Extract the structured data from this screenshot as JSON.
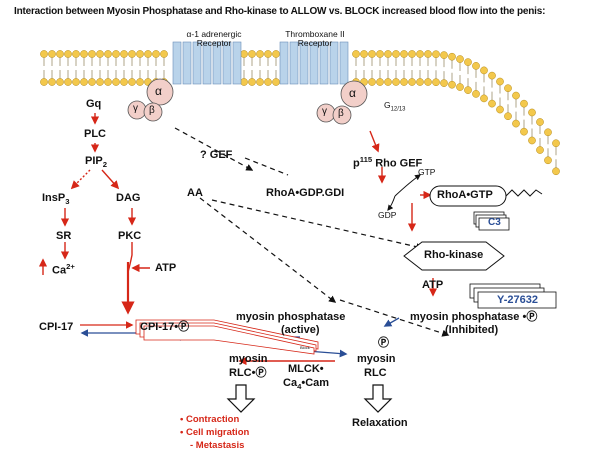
{
  "title": "Interaction between Myosin Phosphatase and Rho-kinase to ALLOW vs. BLOCK increased blood flow into the penis:",
  "receptors": {
    "alpha1": "α-1 adrenergic Receptor",
    "thromboxane": "Thromboxane II Receptor"
  },
  "gprotein": {
    "alpha": "α",
    "beta": "β",
    "gamma": "γ"
  },
  "nodes": {
    "gq": "Gq",
    "g1213": "G12/13",
    "plc": "PLC",
    "pip2": "PIP2",
    "insp3": "InsP3",
    "dag": "DAG",
    "sr": "SR",
    "pkc": "PKC",
    "ca2": "Ca2+",
    "atp1": "ATP",
    "gef_q": "? GEF",
    "p115": "p115 Rho GEF",
    "aa": "AA",
    "rhoa_gdp": "RhoA•GDP.GDI",
    "gtp": "GTP",
    "gdp": "GDP",
    "rhoa_gtp": "RhoA•GTP",
    "c3": "C3",
    "rho_kinase": "Rho-kinase",
    "atp2": "ATP",
    "y27632": "Y-27632",
    "cpi17": "CPI-17",
    "cpi17p": "CPI-17•Ⓟ",
    "mp_active_1": "myosin phosphatase",
    "mp_active_2": "(active)",
    "mp_inhib_1": "myosin phosphatase •Ⓟ",
    "mp_inhib_2": "(Inhibited)",
    "p_circle": "Ⓟ",
    "myosin_rlcp_1": "myosin",
    "myosin_rlcp_2": "RLC•Ⓟ",
    "myosin_rlc_1": "myosin",
    "myosin_rlc_2": "RLC",
    "mlck_1": "MLCK•",
    "mlck_2": "Ca4•Cam",
    "relaxation": "Relaxation",
    "block_small": "Block"
  },
  "outcomes": [
    "• Contraction",
    "• Cell migration",
    "- Metastasis"
  ],
  "colors": {
    "membrane": "#f3c84c",
    "receptor": "#b9d3ea",
    "gprotein": "#f2cfc9",
    "red": "#d62718",
    "blue": "#2a4e96"
  }
}
